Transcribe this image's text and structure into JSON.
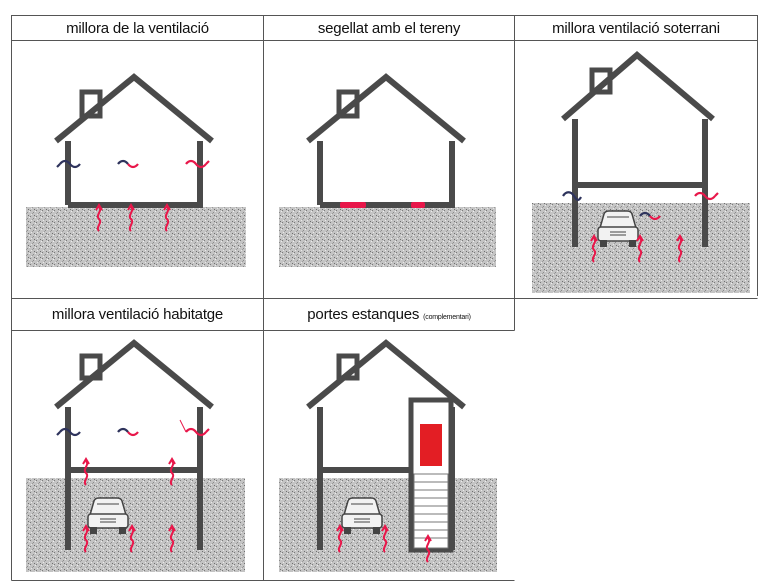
{
  "panels": [
    {
      "title": "millora de la ventilació"
    },
    {
      "title": "segellat amb el tereny"
    },
    {
      "title": "millora ventilació soterrani"
    },
    {
      "title": "millora ventilació habitatge"
    },
    {
      "title": "portes estanques",
      "note": "(complementari)"
    }
  ],
  "colors": {
    "wall": "#4a4a4a",
    "radon": "#e8174a",
    "air": "#3b3f6e",
    "door": "#e31e24",
    "ground": "#bdbdbd"
  }
}
